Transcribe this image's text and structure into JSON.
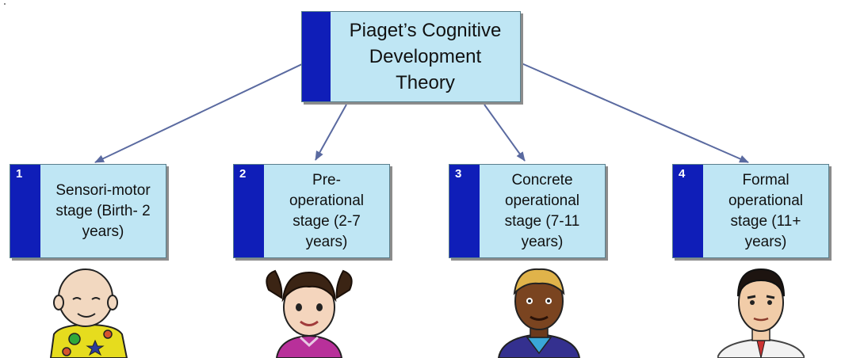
{
  "root": {
    "lines": [
      "Piaget’s Cognitive",
      "Development",
      "Theory"
    ]
  },
  "stages": [
    {
      "number": "1",
      "lines": [
        "Sensori-motor",
        "stage (Birth- 2",
        "years)"
      ],
      "figure": "baby-figure"
    },
    {
      "number": "2",
      "lines": [
        "Pre-",
        "operational",
        "stage (2-7",
        "years)"
      ],
      "figure": "girl-figure"
    },
    {
      "number": "3",
      "lines": [
        "Concrete",
        "operational",
        "stage (7-11",
        "years)"
      ],
      "figure": "boy-figure"
    },
    {
      "number": "4",
      "lines": [
        "Formal",
        "operational",
        "stage (11+",
        "years)"
      ],
      "figure": "man-figure"
    }
  ],
  "colors": {
    "box_fill": "#bfe6f4",
    "accent_bar": "#0f1eb8",
    "connector": "#5a6aa0",
    "shadow": "#8c8c8c"
  }
}
